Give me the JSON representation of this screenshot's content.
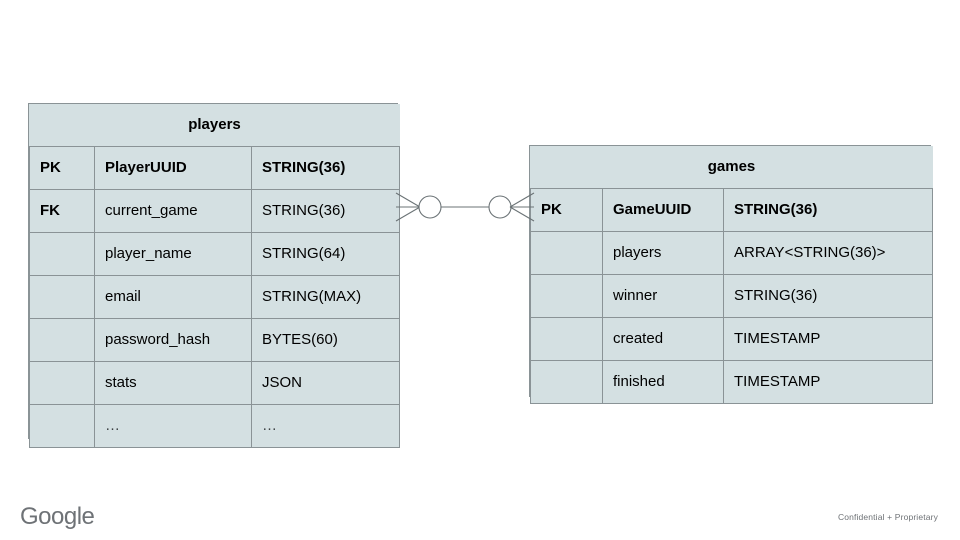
{
  "diagram": {
    "type": "entity-relationship",
    "background_color": "#ffffff",
    "entity_fill_color": "#d4e0e2",
    "entity_border_color": "#8a9396",
    "connector_color": "#6b7376",
    "entities": [
      {
        "name": "players",
        "title": "players",
        "rows": [
          {
            "key": "PK",
            "field": "PlayerUUID",
            "type": "STRING(36)",
            "bold": true
          },
          {
            "key": "FK",
            "field": "current_game",
            "type": "STRING(36)",
            "bold": false
          },
          {
            "key": "",
            "field": "player_name",
            "type": "STRING(64)",
            "bold": false
          },
          {
            "key": "",
            "field": "email",
            "type": "STRING(MAX)",
            "bold": false
          },
          {
            "key": "",
            "field": "password_hash",
            "type": "BYTES(60)",
            "bold": false
          },
          {
            "key": "",
            "field": "stats",
            "type": "JSON",
            "bold": false
          },
          {
            "key": "",
            "field": "…",
            "type": "…",
            "bold": false
          }
        ]
      },
      {
        "name": "games",
        "title": "games",
        "rows": [
          {
            "key": "PK",
            "field": "GameUUID",
            "type": "STRING(36)",
            "bold": true
          },
          {
            "key": "",
            "field": "players",
            "type": "ARRAY<STRING(36)>",
            "bold": false
          },
          {
            "key": "",
            "field": "winner",
            "type": "STRING(36)",
            "bold": false
          },
          {
            "key": "",
            "field": "created",
            "type": "TIMESTAMP",
            "bold": false
          },
          {
            "key": "",
            "field": "finished",
            "type": "TIMESTAMP",
            "bold": false
          }
        ]
      }
    ],
    "relationship": {
      "from": "players",
      "to": "games",
      "left_cardinality": "zero-or-many",
      "right_cardinality": "zero-or-many",
      "notation": "crows-foot"
    }
  },
  "footer": {
    "logo_text": "Google",
    "confidential_text": "Confidential + Proprietary"
  }
}
